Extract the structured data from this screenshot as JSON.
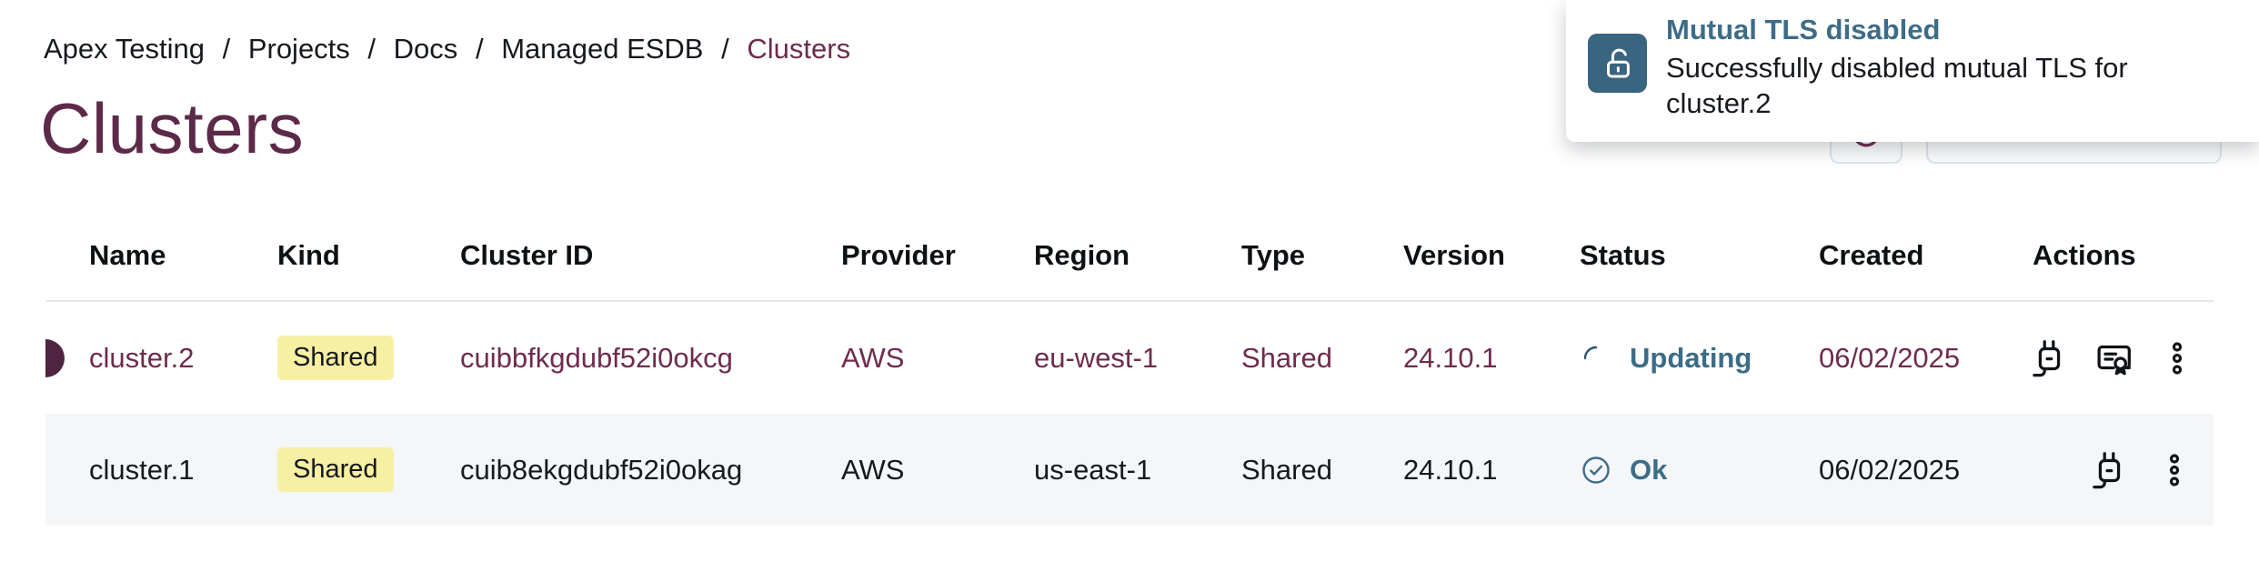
{
  "breadcrumb": {
    "items": [
      "Apex Testing",
      "Projects",
      "Docs",
      "Managed ESDB"
    ],
    "separator": "/",
    "current": "Clusters"
  },
  "page": {
    "title": "Clusters"
  },
  "toast": {
    "title": "Mutual TLS disabled",
    "message": "Successfully disabled mutual TLS for cluster.2",
    "icon": "unlock-icon"
  },
  "toolbar": {
    "refresh_icon": "refresh-icon",
    "dropdown_icon": "chevron-down-icon"
  },
  "table": {
    "headers": [
      "Name",
      "Kind",
      "Cluster ID",
      "Provider",
      "Region",
      "Type",
      "Version",
      "Status",
      "Created",
      "Actions"
    ],
    "rows": [
      {
        "name": "cluster.2",
        "kind": "Shared",
        "cluster_id": "cuibbfkgdubf52i0okcg",
        "provider": "AWS",
        "region": "eu-west-1",
        "type": "Shared",
        "version": "24.10.1",
        "status": "Updating",
        "status_icon": "spinner-icon",
        "created": "06/02/2025",
        "selected": true,
        "actions": [
          "connect-icon",
          "certificate-icon",
          "kebab-menu-icon"
        ]
      },
      {
        "name": "cluster.1",
        "kind": "Shared",
        "cluster_id": "cuib8ekgdubf52i0okag",
        "provider": "AWS",
        "region": "us-east-1",
        "type": "Shared",
        "version": "24.10.1",
        "status": "Ok",
        "status_icon": "check-circle-icon",
        "created": "06/02/2025",
        "selected": false,
        "actions": [
          "connect-icon",
          "kebab-menu-icon"
        ]
      }
    ]
  },
  "colors": {
    "title_maroon": "#5d2949",
    "link_maroon": "#6e2b4e",
    "status_teal": "#3d6c87",
    "badge_yellow": "#f7f0a2",
    "row_stripe": "#f4f6f8",
    "border": "#e3e8ec",
    "toast_icon_bg": "#3a6580"
  }
}
